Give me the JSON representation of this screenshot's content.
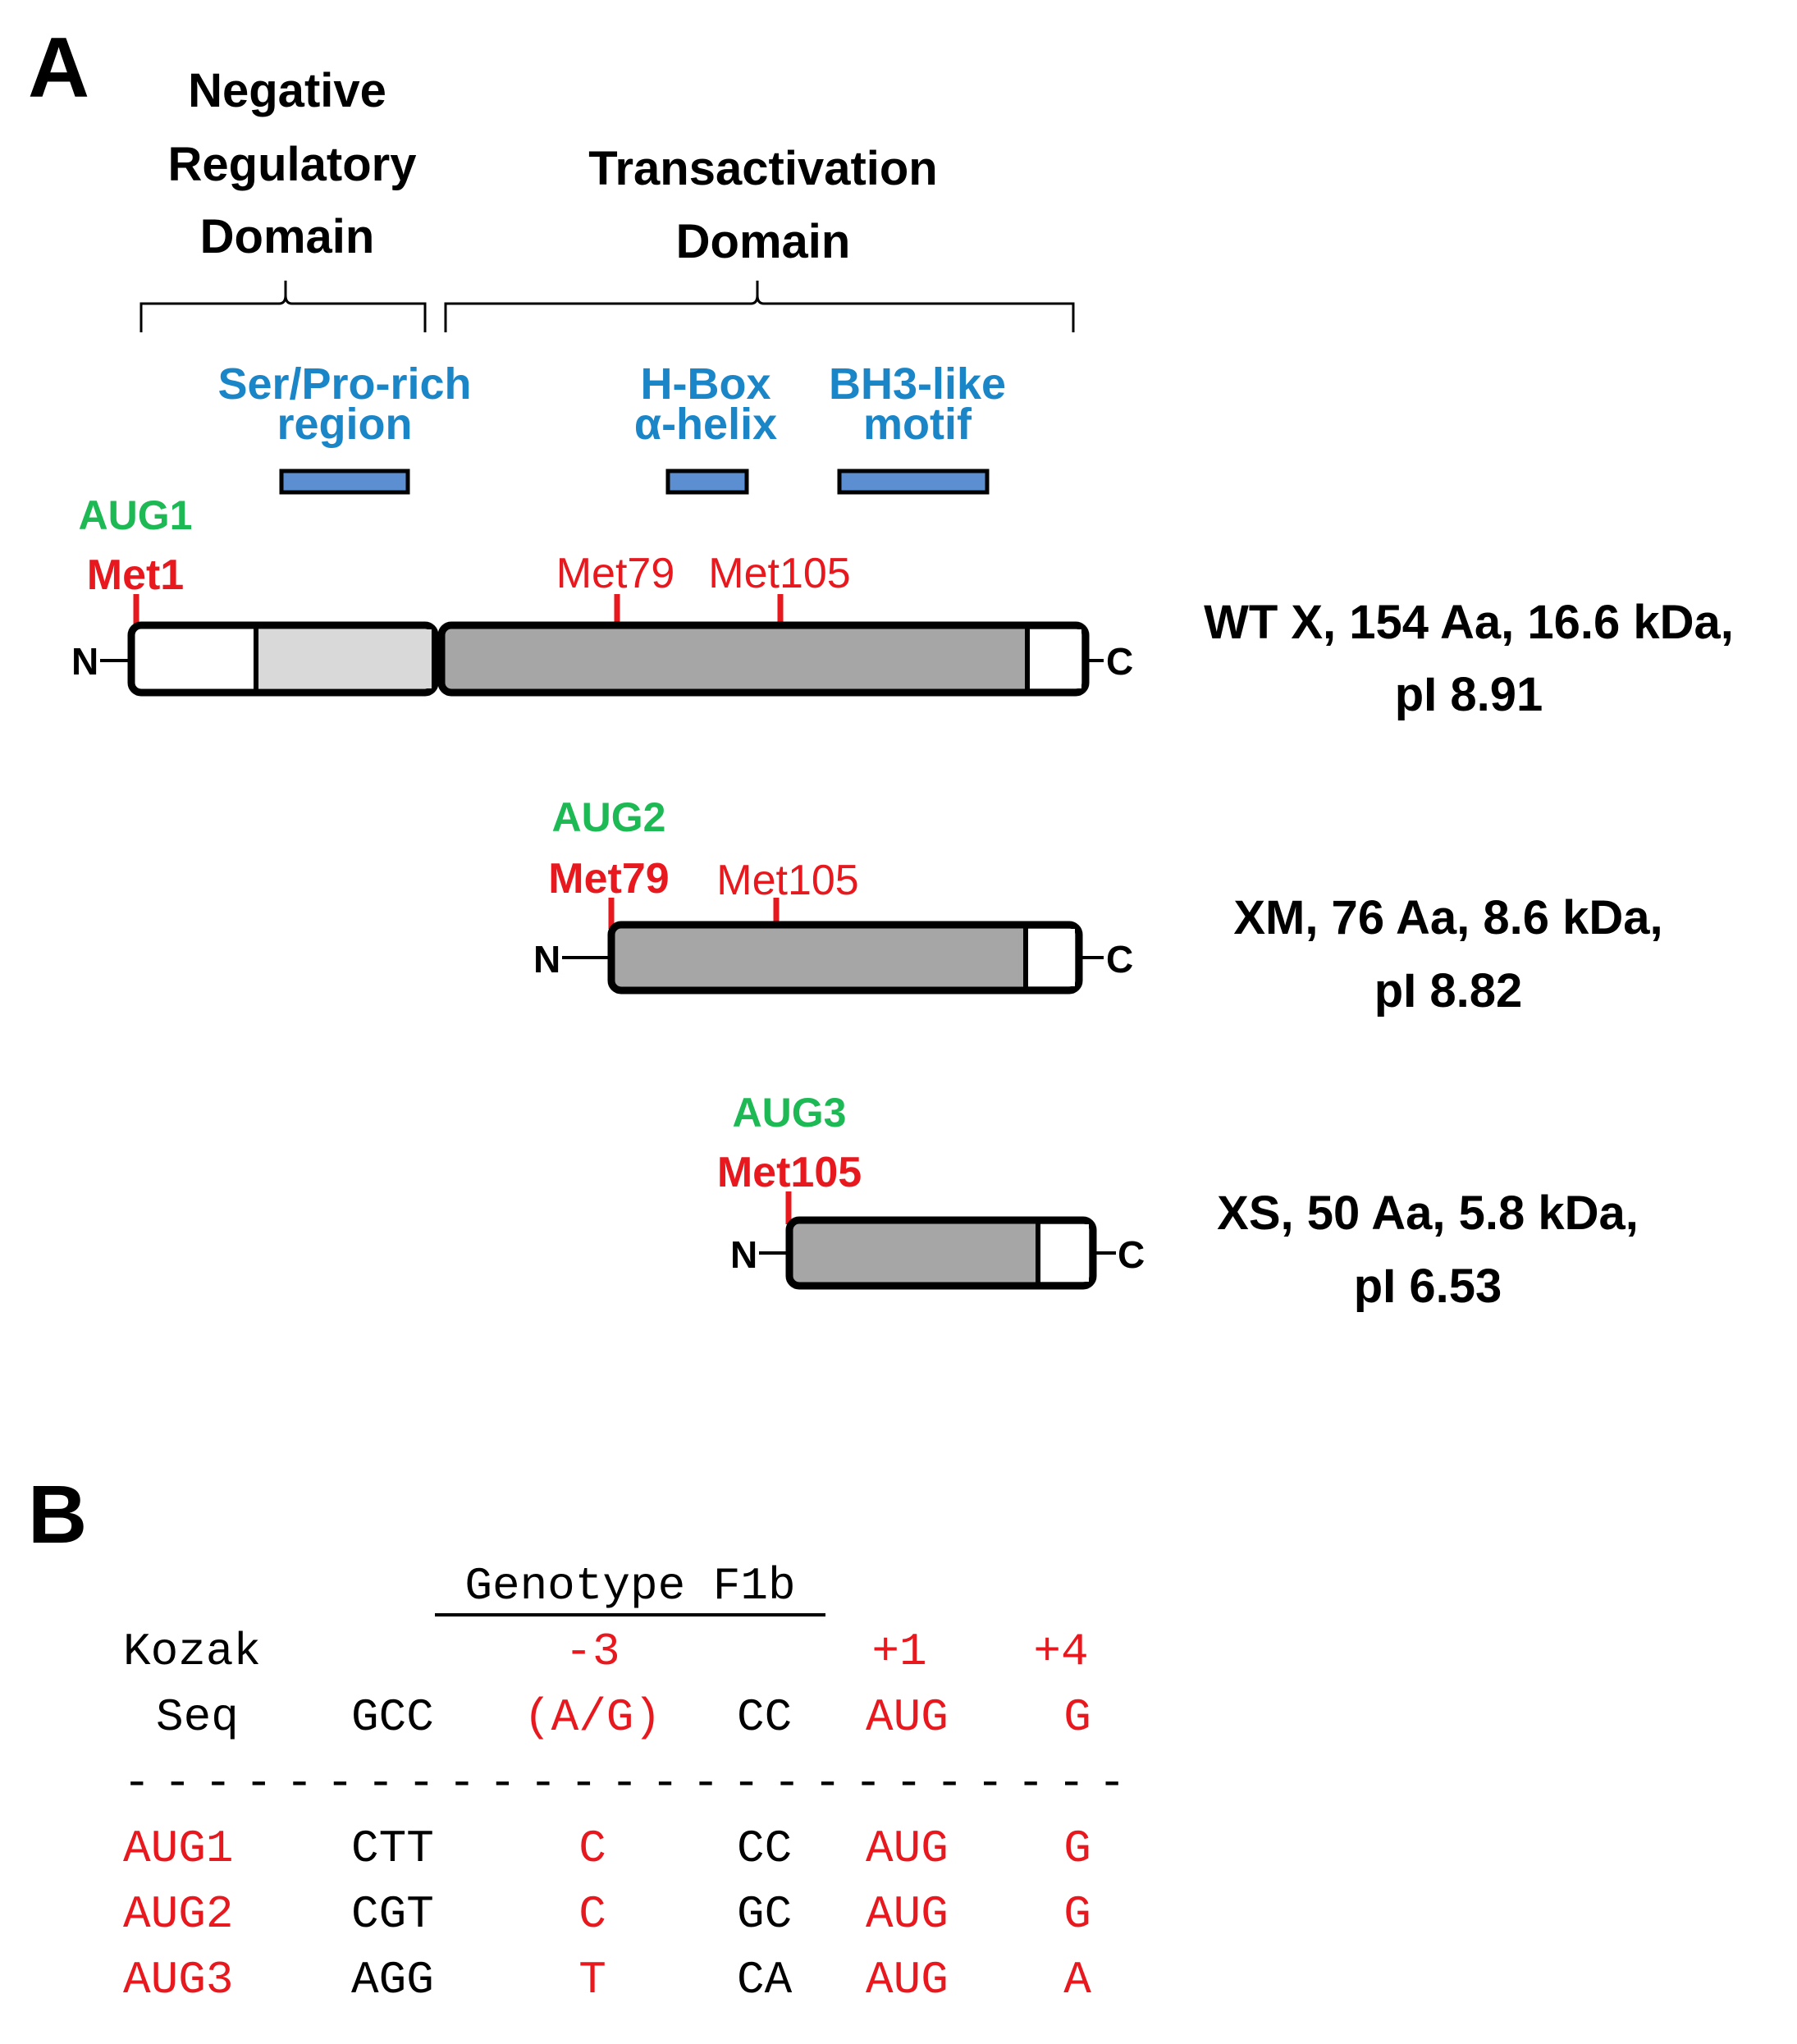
{
  "panel_a": {
    "label": "A",
    "domains": {
      "negative_regulatory": [
        "Negative",
        "Regulatory",
        "Domain"
      ],
      "transactivation": [
        "Transactivation",
        "Domain"
      ]
    },
    "regions": {
      "ser_pro": [
        "Ser/Pro-rich",
        "region"
      ],
      "hbox": [
        "H-Box",
        "α-helix"
      ],
      "bh3": [
        "BH3-like",
        "motif"
      ]
    },
    "isoforms": {
      "wt": {
        "aug": "AUG1",
        "start_met": "Met1",
        "markers": [
          "Met79",
          "Met105"
        ],
        "n": "N",
        "c": "C",
        "desc": [
          "WT X, 154 Aa, 16.6 kDa,",
          "pI 8.91"
        ]
      },
      "xm": {
        "aug": "AUG2",
        "start_met": "Met79",
        "markers": [
          "Met105"
        ],
        "n": "N",
        "c": "C",
        "desc": [
          "XM, 76 Aa, 8.6 kDa,",
          "pI 8.82"
        ]
      },
      "xs": {
        "aug": "AUG3",
        "start_met": "Met105",
        "n": "N",
        "c": "C",
        "desc": [
          "XS, 50 Aa, 5.8 kDa,",
          "pI 6.53"
        ]
      }
    }
  },
  "panel_b": {
    "label": "B",
    "title": "Genotype F1b",
    "kozak_label": "Kozak",
    "positions": [
      "-3",
      "+1",
      "+4"
    ],
    "header": [
      "Seq",
      "GCC",
      "(A/G)",
      "CC",
      "AUG",
      "G"
    ],
    "separator": "-------------------------",
    "rows": [
      [
        "AUG1",
        "CTT",
        "C",
        "CC",
        "AUG",
        "G"
      ],
      [
        "AUG2",
        "CGT",
        "C",
        "GC",
        "AUG",
        "G"
      ],
      [
        "AUG3",
        "AGG",
        "T",
        "CA",
        "AUG",
        "A"
      ]
    ]
  },
  "colors": {
    "green": "#1db954",
    "red": "#e8191e",
    "blue_text": "#1a86c8",
    "blue_bar": "#5b8fd1",
    "light_gray": "#d9d9d9",
    "mid_gray": "#a6a6a6",
    "black": "#000000"
  }
}
